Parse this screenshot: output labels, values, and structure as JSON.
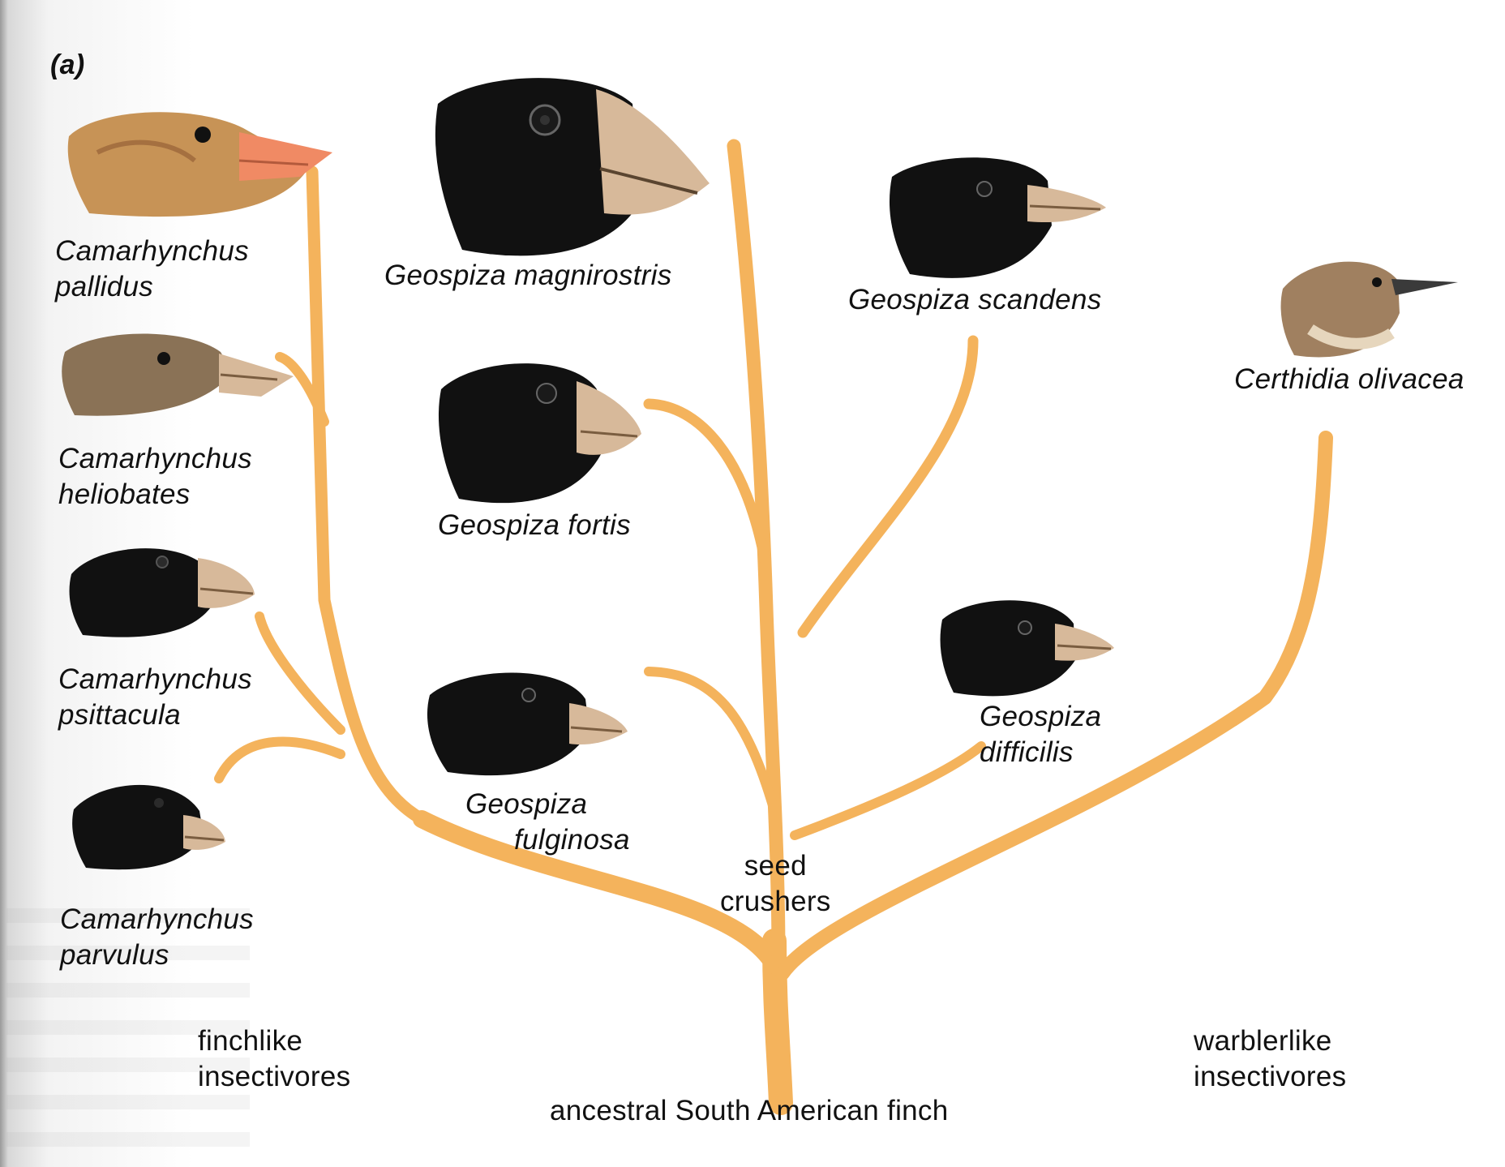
{
  "panel_label": "(a)",
  "species": {
    "c_pallidus": [
      "Camarhynchus",
      "pallidus"
    ],
    "c_heliobates": [
      "Camarhynchus",
      "heliobates"
    ],
    "c_psittacula": [
      "Camarhynchus",
      "psittacula"
    ],
    "c_parvulus": [
      "Camarhynchus",
      "parvulus"
    ],
    "g_magnirostris": "Geospiza magnirostris",
    "g_fortis": "Geospiza fortis",
    "g_fulginosa": [
      "Geospiza",
      "fulginosa"
    ],
    "g_scandens": "Geospiza scandens",
    "g_difficilis": [
      "Geospiza",
      "difficilis"
    ],
    "c_olivacea": "Certhidia olivacea"
  },
  "groups": {
    "finchlike": [
      "finchlike",
      "insectivores"
    ],
    "seed": [
      "seed",
      "crushers"
    ],
    "warblerlike": [
      "warblerlike",
      "insectivores"
    ],
    "ancestor": "ancestral South American finch"
  },
  "colors": {
    "tree": "#f4b35c",
    "tree_edge": "#e59a3a",
    "black_plumage": "#111111",
    "brown_plumage": "#b9834a",
    "gray_plumage": "#8a7256",
    "olive_plumage": "#a08060",
    "orange_beak": "#f08a64",
    "pale_beak": "#d7b99a"
  },
  "icons": [
    "finch-head-pallidus-icon",
    "finch-head-heliobates-icon",
    "finch-head-psittacula-icon",
    "finch-head-parvulus-icon",
    "finch-head-magnirostris-icon",
    "finch-head-fortis-icon",
    "finch-head-fulginosa-icon",
    "finch-head-scandens-icon",
    "finch-head-difficilis-icon",
    "finch-head-olivacea-icon"
  ]
}
